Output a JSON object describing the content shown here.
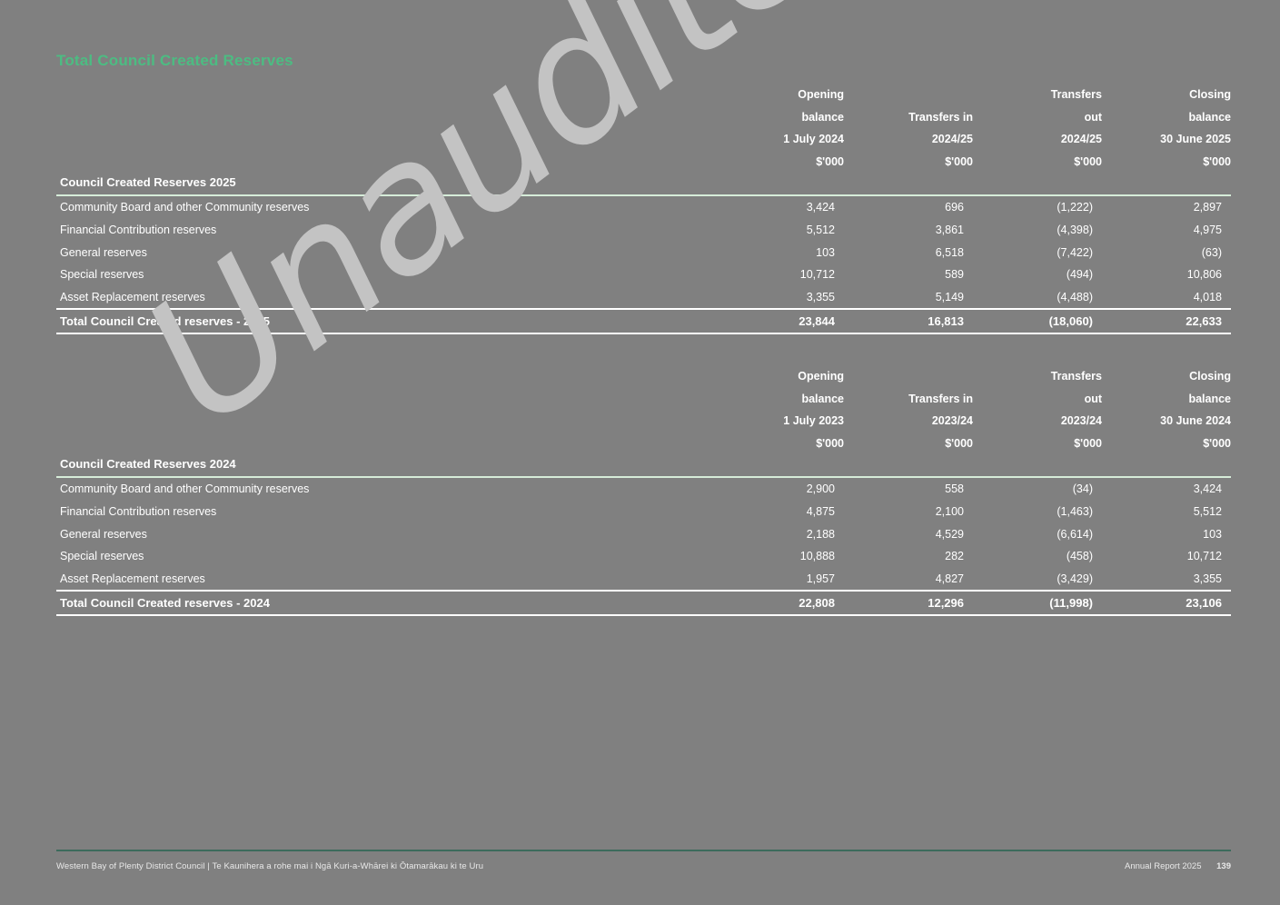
{
  "document": {
    "title": "Total Council Created Reserves",
    "title_color": "#4cbc82",
    "background_color": "#808080",
    "watermark": "Unaudited Draft",
    "watermark_color": "#c3c3c3"
  },
  "tables": [
    {
      "section_label": "Council Created Reserves 2025",
      "columns": [
        {
          "lines": [
            "Opening",
            "balance",
            "1 July 2024",
            "$'000"
          ]
        },
        {
          "lines": [
            "",
            "Transfers in",
            "2024/25",
            "$'000"
          ]
        },
        {
          "lines": [
            "Transfers",
            "out",
            "2024/25",
            "$'000"
          ]
        },
        {
          "lines": [
            "Closing",
            "balance",
            "30 June 2025",
            "$'000"
          ]
        }
      ],
      "rows": [
        {
          "label": "Community Board and other Community reserves",
          "values": [
            "3,424",
            "696",
            "(1,222)",
            "2,897"
          ]
        },
        {
          "label": "Financial Contribution reserves",
          "values": [
            "5,512",
            "3,861",
            "(4,398)",
            "4,975"
          ]
        },
        {
          "label": "General reserves",
          "values": [
            "103",
            "6,518",
            "(7,422)",
            "(63)"
          ]
        },
        {
          "label": "Special reserves",
          "values": [
            "10,712",
            "589",
            "(494)",
            "10,806"
          ]
        },
        {
          "label": "Asset Replacement reserves",
          "values": [
            "3,355",
            "5,149",
            "(4,488)",
            "4,018"
          ]
        }
      ],
      "total": {
        "label": "Total Council Created reserves - 2025",
        "values": [
          "23,844",
          "16,813",
          "(18,060)",
          "22,633"
        ]
      }
    },
    {
      "section_label": "Council Created Reserves 2024",
      "columns": [
        {
          "lines": [
            "Opening",
            "balance",
            "1 July 2023",
            "$'000"
          ]
        },
        {
          "lines": [
            "",
            "Transfers in",
            "2023/24",
            "$'000"
          ]
        },
        {
          "lines": [
            "Transfers",
            "out",
            "2023/24",
            "$'000"
          ]
        },
        {
          "lines": [
            "Closing",
            "balance",
            "30 June 2024",
            "$'000"
          ]
        }
      ],
      "rows": [
        {
          "label": "Community Board and other Community reserves",
          "values": [
            "2,900",
            "558",
            "(34)",
            "3,424"
          ]
        },
        {
          "label": "Financial Contribution reserves",
          "values": [
            "4,875",
            "2,100",
            "(1,463)",
            "5,512"
          ]
        },
        {
          "label": "General reserves",
          "values": [
            "2,188",
            "4,529",
            "(6,614)",
            "103"
          ]
        },
        {
          "label": "Special reserves",
          "values": [
            "10,888",
            "282",
            "(458)",
            "10,712"
          ]
        },
        {
          "label": "Asset Replacement reserves",
          "values": [
            "1,957",
            "4,827",
            "(3,429)",
            "3,355"
          ]
        }
      ],
      "total": {
        "label": "Total Council Created reserves - 2024",
        "values": [
          "22,808",
          "12,296",
          "(11,998)",
          "23,106"
        ]
      }
    }
  ],
  "footer": {
    "left": "Western Bay of Plenty District Council | Te Kaunihera a rohe mai i Ngā Kuri-a-Whārei ki Ōtamarākau ki te Uru",
    "report": "Annual Report 2025",
    "page_number": "139"
  }
}
